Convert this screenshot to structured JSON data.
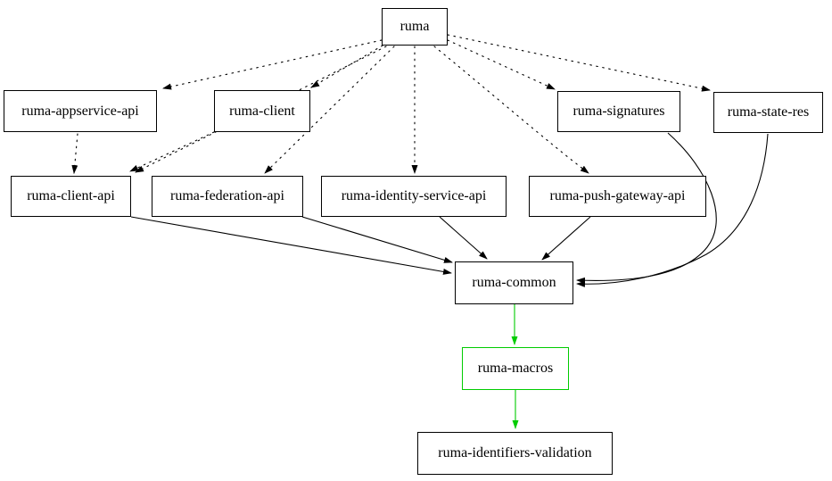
{
  "diagram": {
    "type": "dependency-graph",
    "nodes": [
      {
        "id": "ruma",
        "label": "ruma"
      },
      {
        "id": "ruma-appservice-api",
        "label": "ruma-appservice-api"
      },
      {
        "id": "ruma-client",
        "label": "ruma-client"
      },
      {
        "id": "ruma-signatures",
        "label": "ruma-signatures"
      },
      {
        "id": "ruma-state-res",
        "label": "ruma-state-res"
      },
      {
        "id": "ruma-client-api",
        "label": "ruma-client-api"
      },
      {
        "id": "ruma-federation-api",
        "label": "ruma-federation-api"
      },
      {
        "id": "ruma-identity-service-api",
        "label": "ruma-identity-service-api"
      },
      {
        "id": "ruma-push-gateway-api",
        "label": "ruma-push-gateway-api"
      },
      {
        "id": "ruma-common",
        "label": "ruma-common"
      },
      {
        "id": "ruma-macros",
        "label": "ruma-macros",
        "border_color": "#00cc00"
      },
      {
        "id": "ruma-identifiers-validation",
        "label": "ruma-identifiers-validation"
      }
    ],
    "edges": [
      {
        "from": "ruma",
        "to": "ruma-appservice-api",
        "style": "dotted",
        "color": "black"
      },
      {
        "from": "ruma",
        "to": "ruma-client",
        "style": "dotted",
        "color": "black"
      },
      {
        "from": "ruma",
        "to": "ruma-client-api",
        "style": "dotted",
        "color": "black"
      },
      {
        "from": "ruma",
        "to": "ruma-federation-api",
        "style": "dotted",
        "color": "black"
      },
      {
        "from": "ruma",
        "to": "ruma-identity-service-api",
        "style": "dotted",
        "color": "black"
      },
      {
        "from": "ruma",
        "to": "ruma-push-gateway-api",
        "style": "dotted",
        "color": "black"
      },
      {
        "from": "ruma",
        "to": "ruma-signatures",
        "style": "dotted",
        "color": "black"
      },
      {
        "from": "ruma",
        "to": "ruma-state-res",
        "style": "dotted",
        "color": "black"
      },
      {
        "from": "ruma-appservice-api",
        "to": "ruma-client-api",
        "style": "dotted",
        "color": "black"
      },
      {
        "from": "ruma-client",
        "to": "ruma-client-api",
        "style": "dotted",
        "color": "black"
      },
      {
        "from": "ruma-client-api",
        "to": "ruma-common",
        "style": "solid",
        "color": "black"
      },
      {
        "from": "ruma-federation-api",
        "to": "ruma-common",
        "style": "solid",
        "color": "black"
      },
      {
        "from": "ruma-identity-service-api",
        "to": "ruma-common",
        "style": "solid",
        "color": "black"
      },
      {
        "from": "ruma-push-gateway-api",
        "to": "ruma-common",
        "style": "solid",
        "color": "black"
      },
      {
        "from": "ruma-signatures",
        "to": "ruma-common",
        "style": "solid",
        "color": "black"
      },
      {
        "from": "ruma-state-res",
        "to": "ruma-common",
        "style": "solid",
        "color": "black"
      },
      {
        "from": "ruma-common",
        "to": "ruma-macros",
        "style": "solid",
        "color": "green"
      },
      {
        "from": "ruma-macros",
        "to": "ruma-identifiers-validation",
        "style": "solid",
        "color": "green"
      }
    ],
    "colors": {
      "default": "#000000",
      "highlight_green": "#00cc00",
      "background": "#ffffff"
    }
  }
}
